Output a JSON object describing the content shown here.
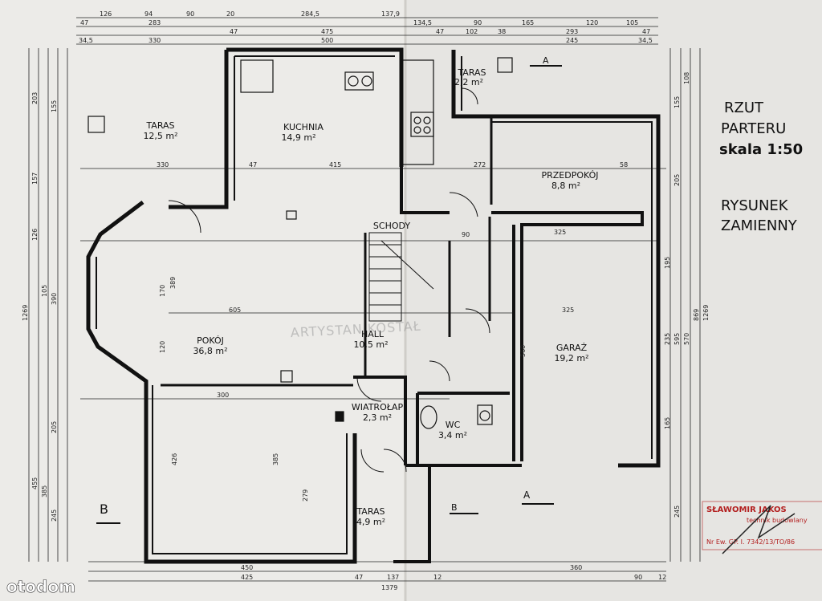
{
  "title_block": {
    "line1": "RZUT",
    "line2": "PARTERU",
    "scale": "skala 1:50",
    "line4": "RYSUNEK",
    "line5": "ZAMIENNY"
  },
  "rooms": {
    "taras_w": {
      "name": "TARAS",
      "area": "12,5 m²"
    },
    "kuchnia": {
      "name": "KUCHNIA",
      "area": "14,9 m²"
    },
    "taras_n": {
      "name": "TARAS",
      "area": "2,2 m²"
    },
    "przedpokoj": {
      "name": "PRZEDPOKÓJ",
      "area": "8,8 m²"
    },
    "schody": {
      "name": "SCHODY",
      "area": ""
    },
    "pokoj": {
      "name": "POKÓJ",
      "area": "36,8 m²"
    },
    "hall": {
      "name": "HALL",
      "area": "10,5 m²"
    },
    "garaz": {
      "name": "GARAŻ",
      "area": "19,2 m²"
    },
    "wiatrolap": {
      "name": "WIATROŁAP",
      "area": "2,3 m²"
    },
    "wc": {
      "name": "WC",
      "area": "3,4 m²"
    },
    "taras_s": {
      "name": "TARAS",
      "area": "4,9 m²"
    }
  },
  "section_marks": {
    "a_top": "A",
    "a_bottom": "A",
    "b_left": "B",
    "b_right": "B"
  },
  "dimensions": {
    "top_row1": [
      "126",
      "94",
      "90",
      "20",
      "284,5",
      "137,9",
      "134,5",
      "90",
      "165",
      "120",
      "105"
    ],
    "top_row2": [
      "47",
      "283",
      "47",
      "475",
      "47",
      "102",
      "38",
      "293",
      "47"
    ],
    "top_row3": [
      "34,5",
      "330",
      "500",
      "245",
      "34,5"
    ],
    "bottom_row1": [
      "450",
      "425",
      "47",
      "137",
      "12",
      "360",
      "90",
      "12"
    ],
    "bottom_total": "1379",
    "left_side": [
      "203",
      "157",
      "155",
      "126",
      "105",
      "390",
      "1269",
      "205",
      "455",
      "385",
      "245"
    ],
    "right_side": [
      "155",
      "108",
      "205",
      "195",
      "235",
      "570",
      "595",
      "869",
      "165",
      "245",
      "1269"
    ],
    "interior": [
      "330",
      "415",
      "272",
      "605",
      "325",
      "325",
      "300",
      "560",
      "389",
      "170",
      "426",
      "385",
      "279",
      "120",
      "90",
      "58",
      "47"
    ]
  },
  "watermark": "ARTYSTAN KOSTAŁ",
  "brand": "otodom",
  "stamp": {
    "line1": "SŁAWOMIR JAKOS",
    "line2": "technik budowlany",
    "line3": "Nr Ew. GP. I. 7342/13/TO/86"
  }
}
